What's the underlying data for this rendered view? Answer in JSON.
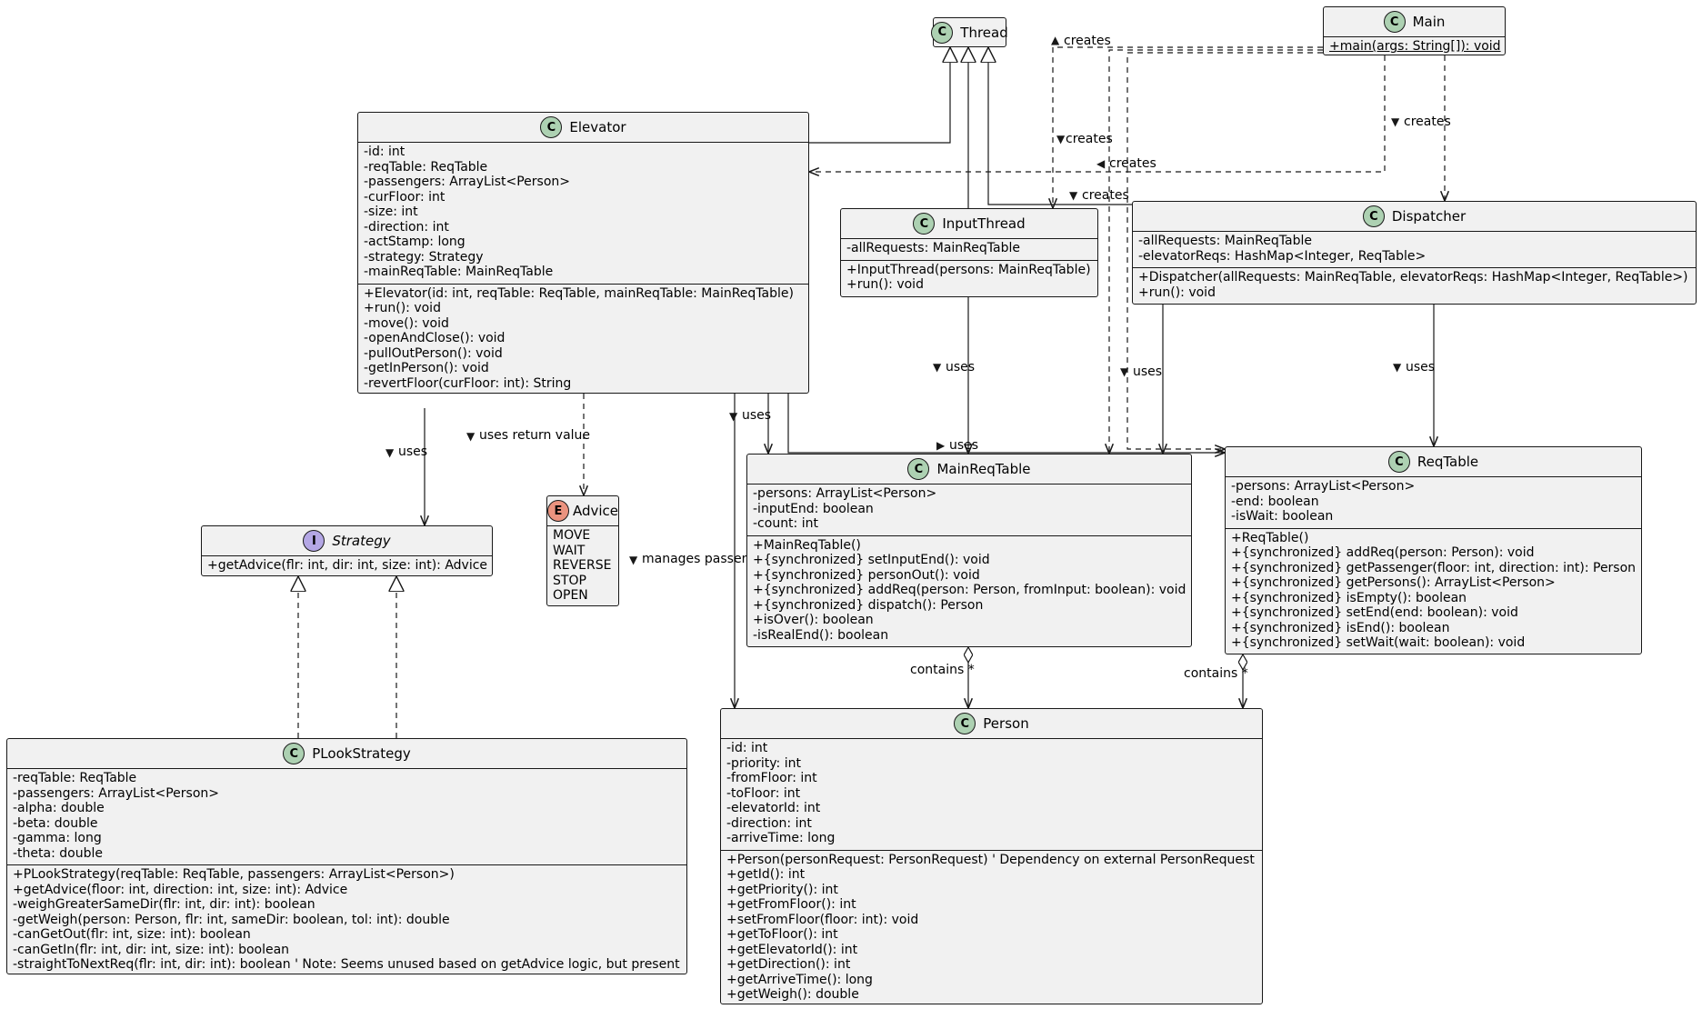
{
  "classes": {
    "thread": {
      "name": "Thread"
    },
    "main": {
      "name": "Main",
      "methods": [
        "+main(args: String[]): void"
      ]
    },
    "elevator": {
      "name": "Elevator",
      "fields": [
        "-id: int",
        "-reqTable: ReqTable",
        "-passengers: ArrayList<Person>",
        "-curFloor: int",
        "-size: int",
        "-direction: int",
        "-actStamp: long",
        "-strategy: Strategy",
        "-mainReqTable: MainReqTable"
      ],
      "methods": [
        "+Elevator(id: int, reqTable: ReqTable, mainReqTable: MainReqTable)",
        "+run(): void",
        "-move(): void",
        "-openAndClose(): void",
        "-pullOutPerson(): void",
        "-getInPerson(): void",
        "-revertFloor(curFloor: int): String"
      ]
    },
    "inputthread": {
      "name": "InputThread",
      "fields": [
        "-allRequests: MainReqTable"
      ],
      "methods": [
        "+InputThread(persons: MainReqTable)",
        "+run(): void"
      ]
    },
    "dispatcher": {
      "name": "Dispatcher",
      "fields": [
        "-allRequests: MainReqTable",
        "-elevatorReqs: HashMap<Integer, ReqTable>"
      ],
      "methods": [
        "+Dispatcher(allRequests: MainReqTable, elevatorReqs: HashMap<Integer, ReqTable>)",
        "+run(): void"
      ]
    },
    "strategy": {
      "name": "Strategy",
      "methods": [
        "+getAdvice(flr: int, dir: int, size: int): Advice"
      ]
    },
    "advice": {
      "name": "Advice",
      "values": [
        "MOVE",
        "WAIT",
        "REVERSE",
        "STOP",
        "OPEN"
      ]
    },
    "mainreqtable": {
      "name": "MainReqTable",
      "fields": [
        "-persons: ArrayList<Person>",
        "-inputEnd: boolean",
        "-count: int"
      ],
      "methods": [
        "+MainReqTable()",
        "+{synchronized} setInputEnd(): void",
        "+{synchronized} personOut(): void",
        "+{synchronized} addReq(person: Person, fromInput: boolean): void",
        "+{synchronized} dispatch(): Person",
        "+isOver(): boolean",
        "-isRealEnd(): boolean"
      ]
    },
    "reqtable": {
      "name": "ReqTable",
      "fields": [
        "-persons: ArrayList<Person>",
        "-end: boolean",
        "-isWait: boolean"
      ],
      "methods": [
        "+ReqTable()",
        "+{synchronized} addReq(person: Person): void",
        "+{synchronized} getPassenger(floor: int, direction: int): Person",
        "+{synchronized} getPersons(): ArrayList<Person>",
        "+{synchronized} isEmpty(): boolean",
        "+{synchronized} setEnd(end: boolean): void",
        "+{synchronized} isEnd(): boolean",
        "+{synchronized} setWait(wait: boolean): void"
      ]
    },
    "plookstrategy": {
      "name": "PLookStrategy",
      "fields": [
        "-reqTable: ReqTable",
        "-passengers: ArrayList<Person>",
        "-alpha: double",
        "-beta: double",
        "-gamma: long",
        "-theta: double"
      ],
      "methods": [
        "+PLookStrategy(reqTable: ReqTable, passengers: ArrayList<Person>)",
        "+getAdvice(floor: int, direction: int, size: int): Advice",
        "-weighGreaterSameDir(flr: int, dir: int): boolean",
        "-getWeigh(person: Person, flr: int, sameDir: boolean, tol: int): double",
        "-canGetOut(flr: int, size: int): boolean",
        "-canGetIn(flr: int, dir: int, size: int): boolean",
        "-straightToNextReq(flr: int, dir: int): boolean ' Note: Seems unused based on getAdvice logic, but present"
      ]
    },
    "person": {
      "name": "Person",
      "fields": [
        "-id: int",
        "-priority: int",
        "-fromFloor: int",
        "-toFloor: int",
        "-elevatorId: int",
        "-direction: int",
        "-arriveTime: long"
      ],
      "methods": [
        "+Person(personRequest: PersonRequest) ' Dependency on external PersonRequest",
        "+getId(): int",
        "+getPriority(): int",
        "+getFromFloor(): int",
        "+setFromFloor(floor: int): void",
        "+getToFloor(): int",
        "+getElevatorId(): int",
        "+getDirection(): int",
        "+getArriveTime(): long",
        "+getWeigh(): double"
      ]
    }
  },
  "labels": {
    "main_creates_input": "creates",
    "main_creates_mrt": "creates",
    "main_creates_dispatcher": "creates",
    "main_creates_elevator": "creates",
    "main_creates_reqtable": "creates",
    "elevator_uses_strategy": "uses",
    "elevator_uses_advice": "uses return value",
    "elevator_uses_mrt": "uses",
    "elevator_uses_reqtable": "uses",
    "elevator_manages_person": "manages passengers",
    "input_uses": "uses",
    "dispatcher_uses_mrt": "uses",
    "dispatcher_uses_reqtable": "uses",
    "mrt_contains": "contains *",
    "reqtable_contains": "contains *"
  },
  "colors": {
    "box_fill": "#f1f1f1",
    "line": "#181818",
    "class_badge": "#add1b2",
    "interface_badge": "#b4a7e5",
    "enum_badge": "#eb937f"
  }
}
